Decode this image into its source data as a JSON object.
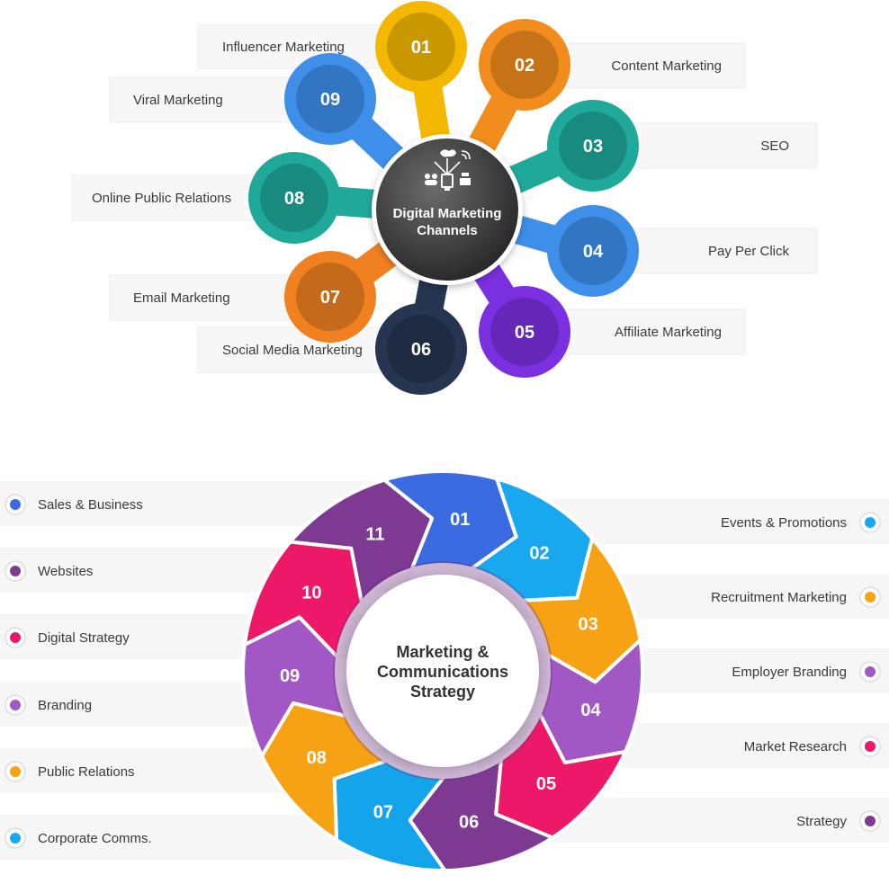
{
  "channels": {
    "center": {
      "title_line1": "Digital Marketing",
      "title_line2": "Channels",
      "icon": "broadcast-icon"
    },
    "items": [
      {
        "num": "01",
        "label": "Influencer Marketing",
        "color": "#F5B800"
      },
      {
        "num": "02",
        "label": "Content Marketing",
        "color": "#F28C1C"
      },
      {
        "num": "03",
        "label": "SEO",
        "color": "#1FA99A"
      },
      {
        "num": "04",
        "label": "Pay Per Click",
        "color": "#3D8FEA"
      },
      {
        "num": "05",
        "label": "Affiliate Marketing",
        "color": "#7A2FE0"
      },
      {
        "num": "06",
        "label": "Social Media Marketing",
        "color": "#253552"
      },
      {
        "num": "07",
        "label": "Email Marketing",
        "color": "#F08020"
      },
      {
        "num": "08",
        "label": "Online Public Relations",
        "color": "#1FA99A"
      },
      {
        "num": "09",
        "label": "Viral Marketing",
        "color": "#3D8FEA"
      }
    ]
  },
  "strategy": {
    "center": {
      "line1": "Marketing &",
      "line2": "Communications",
      "line3": "Strategy"
    },
    "segments": [
      {
        "num": "01",
        "color": "#3A6BE0"
      },
      {
        "num": "02",
        "color": "#18A8F0"
      },
      {
        "num": "03",
        "color": "#F7A212"
      },
      {
        "num": "04",
        "color": "#A258C4"
      },
      {
        "num": "05",
        "color": "#EE1868"
      },
      {
        "num": "06",
        "color": "#7E3A92"
      },
      {
        "num": "07",
        "color": "#14A4EC"
      },
      {
        "num": "08",
        "color": "#F7A212"
      },
      {
        "num": "09",
        "color": "#A258C4"
      },
      {
        "num": "10",
        "color": "#EE1868"
      },
      {
        "num": "11",
        "color": "#7E3A92"
      }
    ],
    "left_labels": [
      {
        "label": "Sales & Business",
        "color": "#3A6BE0"
      },
      {
        "label": "Websites",
        "color": "#7E3A92"
      },
      {
        "label": "Digital Strategy",
        "color": "#EE1868"
      },
      {
        "label": "Branding",
        "color": "#A258C4"
      },
      {
        "label": "Public Relations",
        "color": "#F7A212"
      },
      {
        "label": "Corporate Comms.",
        "color": "#18A8F0"
      }
    ],
    "right_labels": [
      {
        "label": "Events & Promotions",
        "color": "#18A8F0"
      },
      {
        "label": "Recruitment Marketing",
        "color": "#F7A212"
      },
      {
        "label": "Employer Branding",
        "color": "#A258C4"
      },
      {
        "label": "Market Research",
        "color": "#EE1868"
      },
      {
        "label": "Strategy",
        "color": "#7E3A92"
      }
    ]
  }
}
